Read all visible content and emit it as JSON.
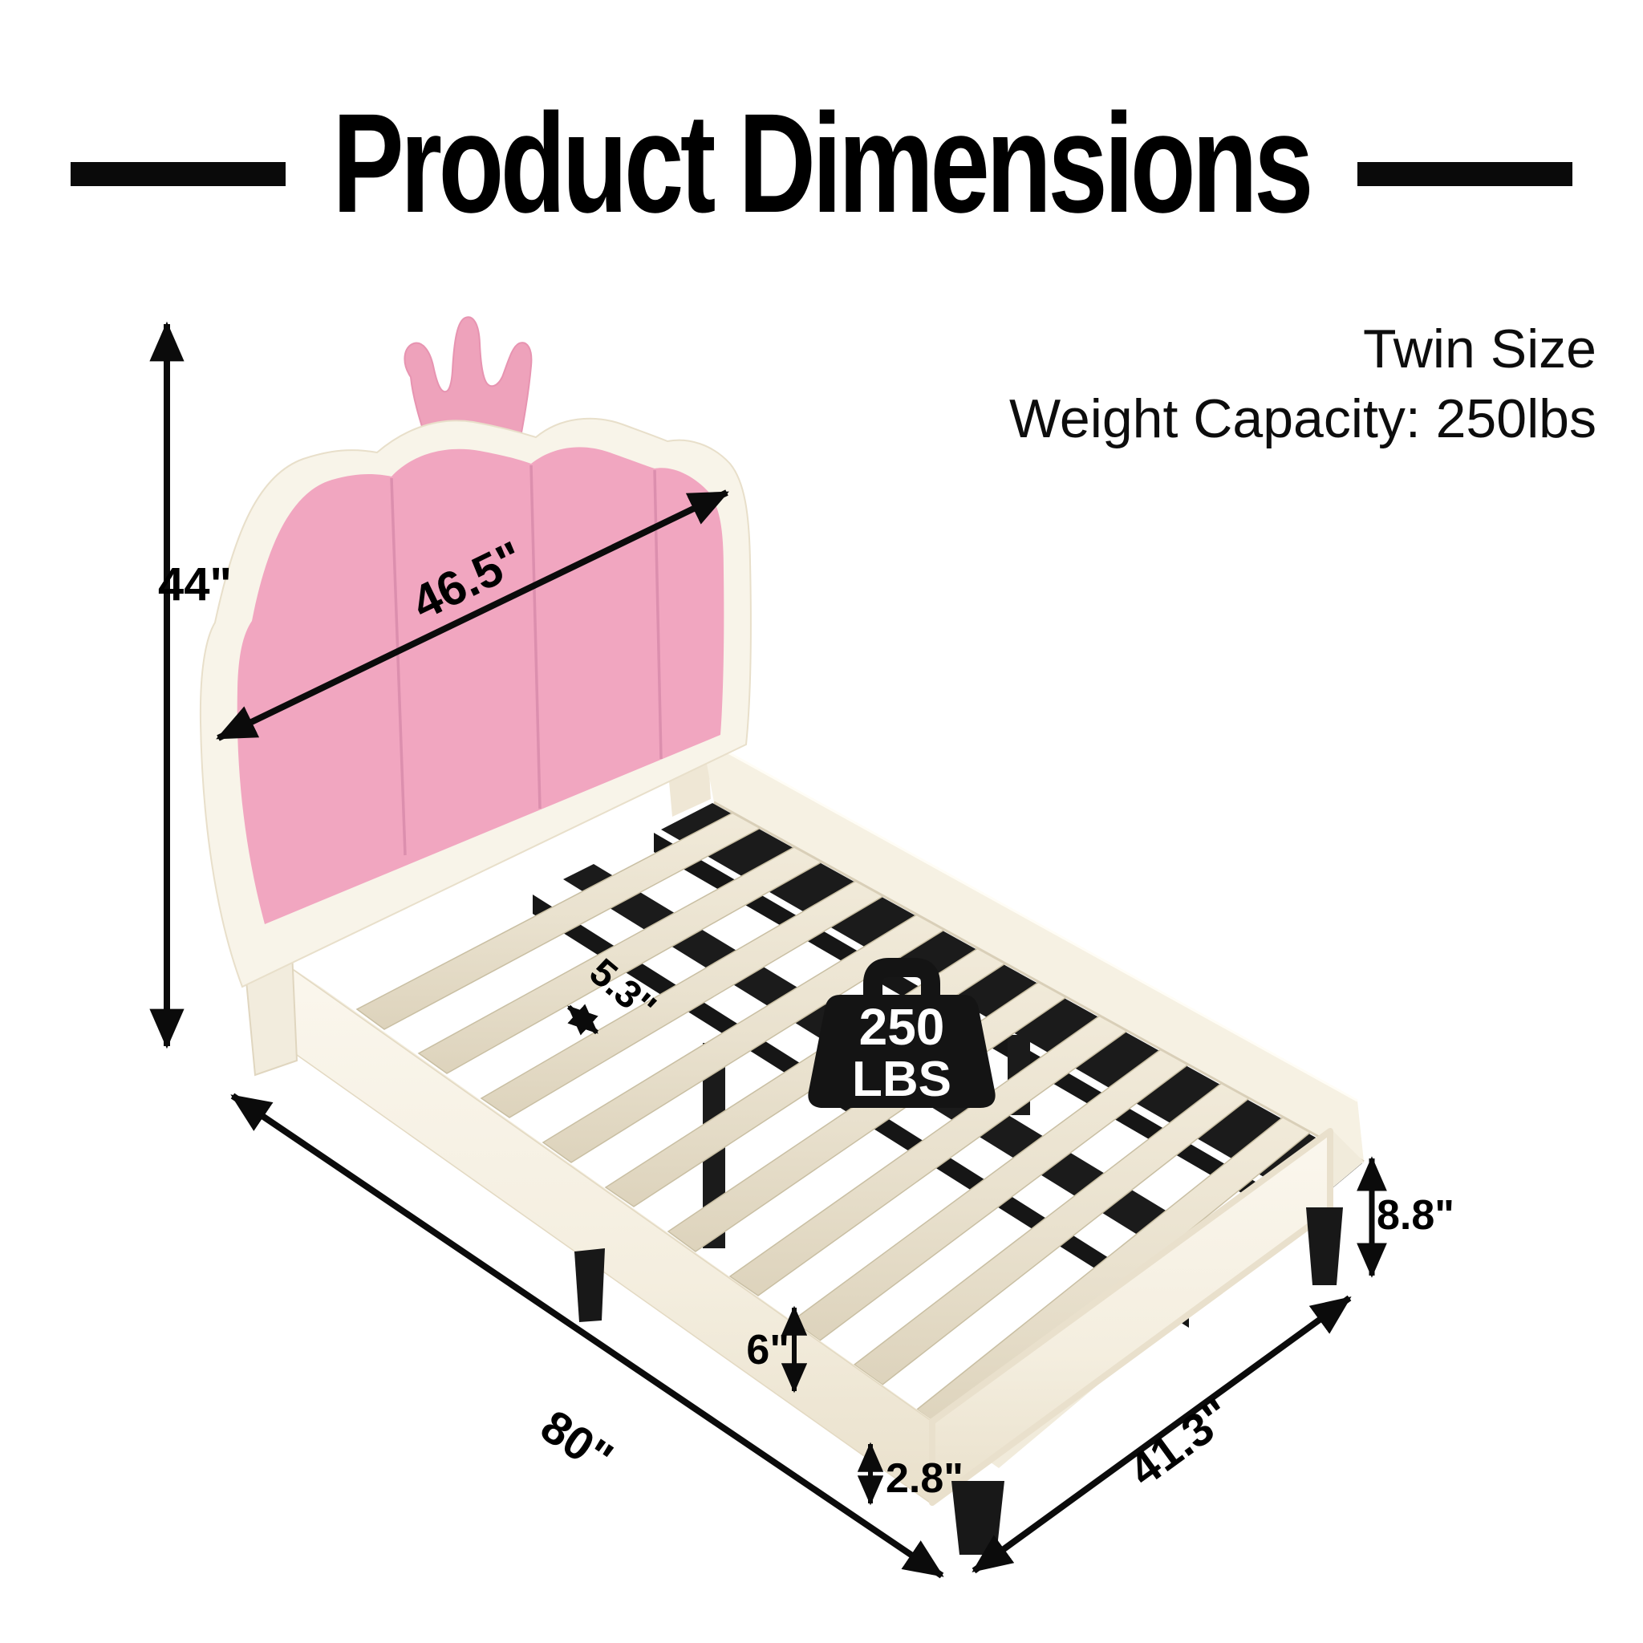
{
  "title": "Product Dimensions",
  "specs": {
    "size": "Twin Size",
    "weight_capacity": "Weight Capacity: 250lbs"
  },
  "weight_badge": {
    "value": "250",
    "unit": "LBS"
  },
  "dims": {
    "headboard_height": "44\"",
    "headboard_width": "46.5\"",
    "bed_length": "80\"",
    "bed_width": "41.3\"",
    "slat_spacing": "5.3\"",
    "side_rail_height": "6\"",
    "ground_clearance": "2.8\"",
    "footboard_height": "8.8\""
  },
  "colors": {
    "pink_panel": "#f1a6c0",
    "pink_crown": "#eea2bb",
    "cream": "#f8f4e9",
    "wood_slat": "#e9e1ce",
    "black": "#151515"
  }
}
